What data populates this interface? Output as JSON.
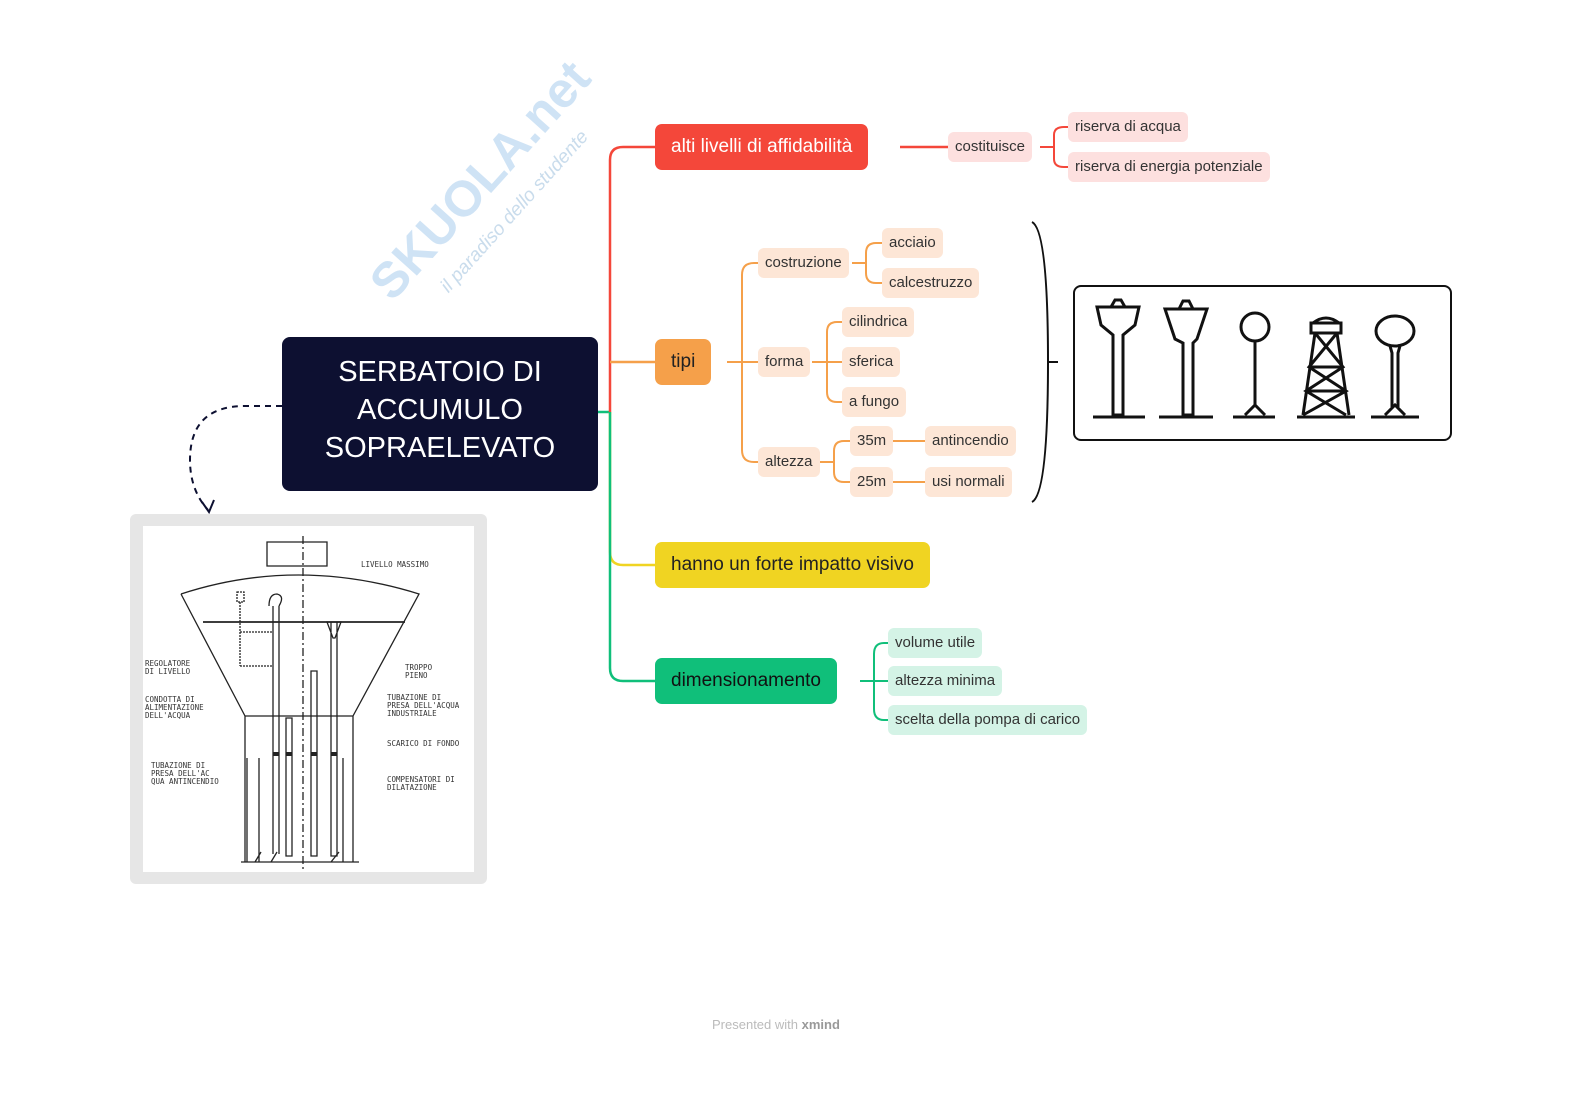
{
  "watermark": {
    "brand": "SKUOLA.net",
    "tagline": "il paradiso dello studente"
  },
  "root": {
    "title": "SERBATOIO DI ACCUMULO SOPRAELEVATO"
  },
  "branches": {
    "affidabilita": {
      "label": "alti livelli di affidabilità",
      "color": "#f4473a",
      "child": "costituisce",
      "leaves": [
        "riserva di acqua",
        "riserva di energia potenziale"
      ]
    },
    "tipi": {
      "label": "tipi",
      "color": "#f5a04a",
      "costruzione": {
        "label": "costruzione",
        "leaves": [
          "acciaio",
          "calcestruzzo"
        ]
      },
      "forma": {
        "label": "forma",
        "leaves": [
          "cilindrica",
          "sferica",
          "a fungo"
        ]
      },
      "altezza": {
        "label": "altezza",
        "items": [
          {
            "h": "35m",
            "use": "antincendio"
          },
          {
            "h": "25m",
            "use": "usi normali"
          }
        ]
      }
    },
    "impatto": {
      "label": "hanno un forte impatto visivo",
      "color": "#f0d422"
    },
    "dimensionamento": {
      "label": "dimensionamento",
      "color": "#10bf7a",
      "leaves": [
        "volume utile",
        "altezza minima",
        "scelta della pompa di carico"
      ]
    }
  },
  "drawing": {
    "labels": [
      "LIVELLO MASSIMO",
      "REGOLATORE\nDI LIVELLO",
      "TROPPO\nPIENO",
      "CONDOTTA DI\nALIMENTAZIONE\nDELL'ACQUA",
      "TUBAZIONE DI\nPRESA DELL'ACQUA\nINDUSTRIALE",
      "SCARICO DI FONDO",
      "TUBAZIONE DI\nPRESA DELL'AC\nQUA ANTINCENDIO",
      "COMPENSATORI DI\nDILATAZIONE"
    ]
  },
  "footer": {
    "prefix": "Presented with",
    "brand": "xmind"
  }
}
